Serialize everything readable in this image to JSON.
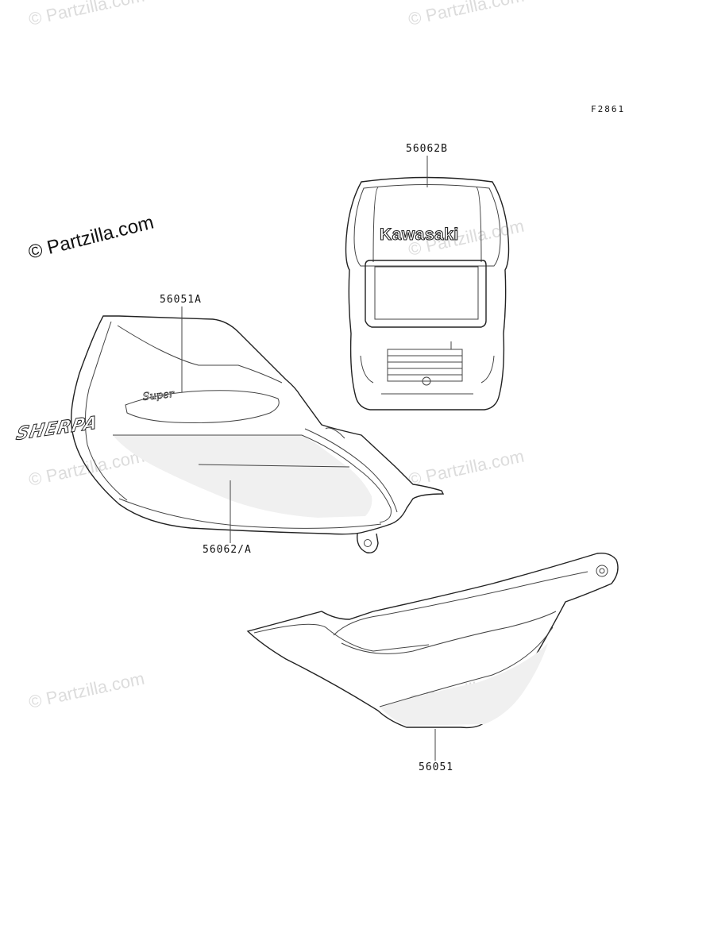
{
  "figure_code": "F2861",
  "copyright": "© Partzilla.com",
  "watermark_text": "© Partzilla.com",
  "brand_logo": "Kawasaki",
  "model_logo_script": "Super",
  "model_logo_text": "SHERPA",
  "parts": [
    {
      "part_number": "56062B"
    },
    {
      "part_number": "56051A"
    },
    {
      "part_number": "56062/A"
    },
    {
      "part_number": "56051"
    }
  ]
}
